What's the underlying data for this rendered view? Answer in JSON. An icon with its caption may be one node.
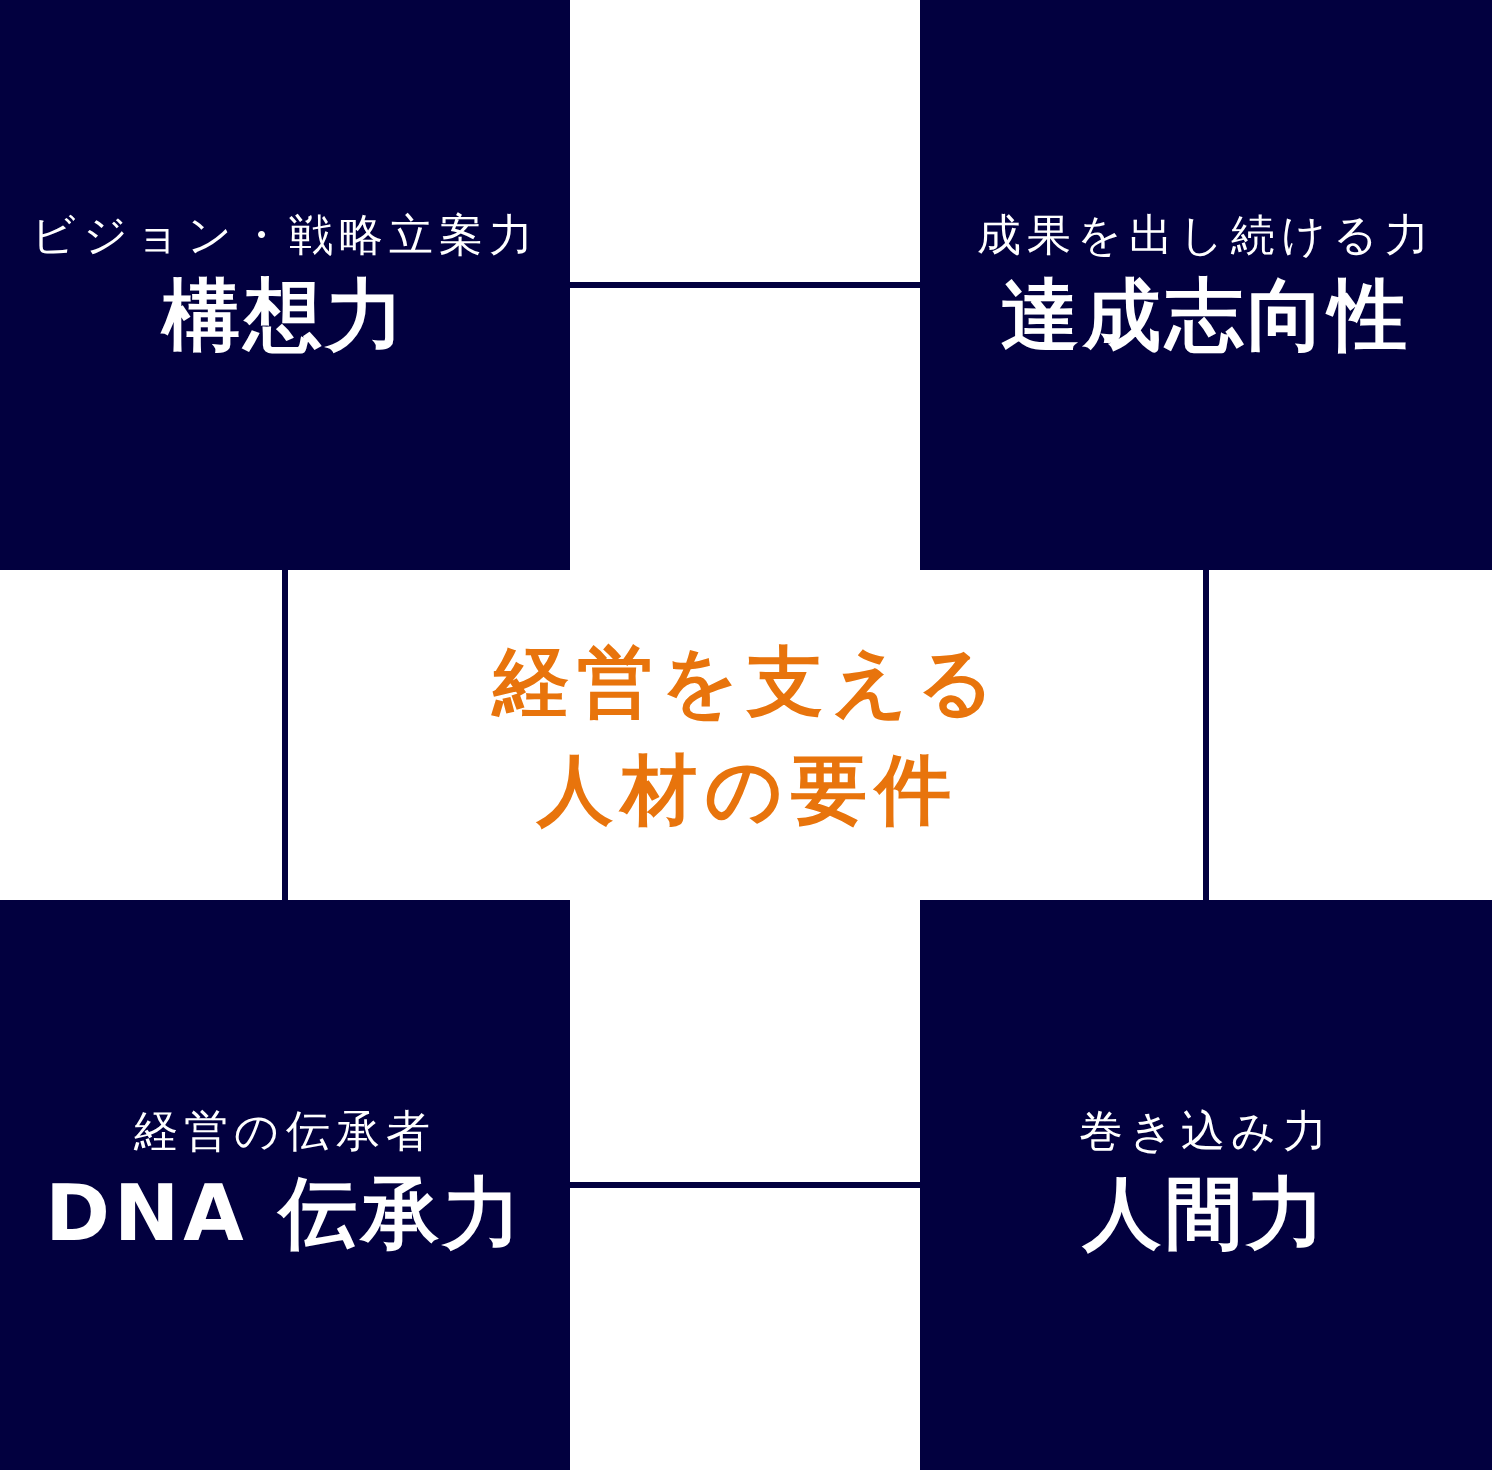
{
  "diagram": {
    "nodes": [
      {
        "text": [
          "ビジョン・戦略立案力",
          "構想力"
        ]
      },
      {
        "text": [
          "成果を出し続ける力",
          "達成志向性"
        ]
      },
      {
        "text": [
          "経営の伝承者",
          "DNA 伝承力"
        ]
      },
      {
        "text": [
          "巻き込み力",
          "人間力"
        ]
      }
    ],
    "edges": [
      {
        "from": 0,
        "to": 1,
        "arrow": "none"
      },
      {
        "from": 0,
        "to": 2,
        "arrow": "none"
      },
      {
        "from": 1,
        "to": 3,
        "arrow": "none"
      },
      {
        "from": 2,
        "to": 3,
        "arrow": "none"
      }
    ],
    "labels": [
      "経営を支える人材の要件"
    ]
  }
}
